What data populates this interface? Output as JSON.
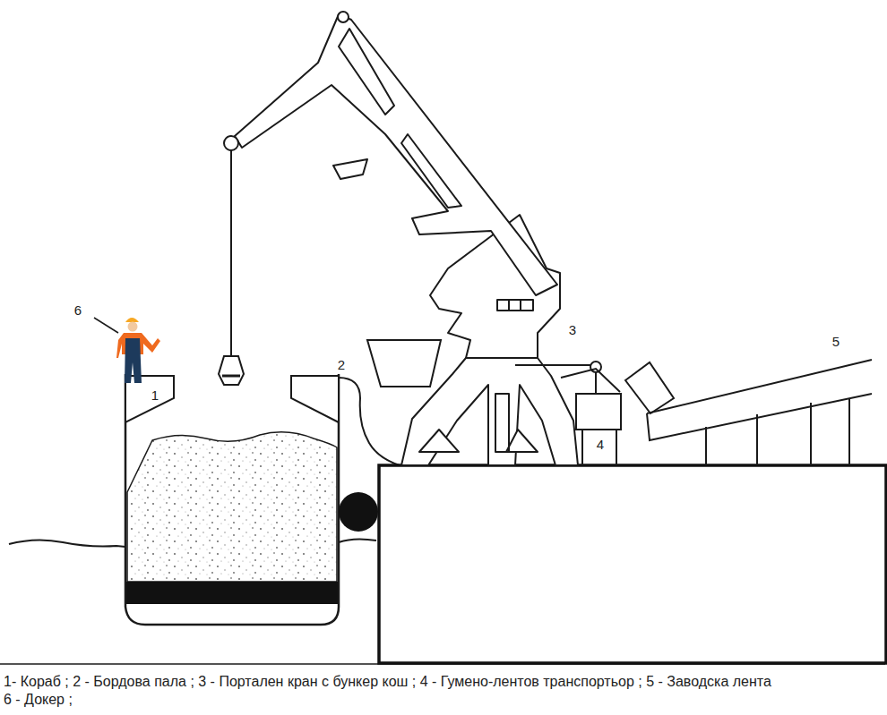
{
  "diagram": {
    "caption": "1- Кораб ; 2 - Бордова пала ; 3 - Портален кран с бункер кош ; 4 - Гумено-лентов транспортьор ; 5 - Заводска лента 6 - Докер ;",
    "labels": [
      "6",
      "1",
      "2",
      "3",
      "4",
      "5"
    ]
  }
}
